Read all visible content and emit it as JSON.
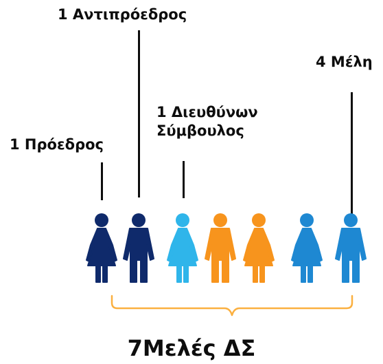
{
  "labels": {
    "president": "1 Πρόεδρος",
    "vice_president": "1 Αντιπρόεδρος",
    "ceo": "1 Διευθύνων\nΣύμβουλος",
    "members": "4 Μέλη",
    "total": "7Μελές ΔΣ"
  },
  "people": [
    {
      "gender": "female",
      "color": "#0f2a6b"
    },
    {
      "gender": "male",
      "color": "#0f2a6b"
    },
    {
      "gender": "female",
      "color": "#2fb5ea"
    },
    {
      "gender": "male",
      "color": "#f7941d"
    },
    {
      "gender": "female",
      "color": "#f7941d"
    },
    {
      "gender": "female",
      "color": "#1e88d2"
    },
    {
      "gender": "male",
      "color": "#1e88d2"
    }
  ],
  "colors": {
    "bracket": "#fbb040",
    "lines": "#0d0d0d"
  }
}
